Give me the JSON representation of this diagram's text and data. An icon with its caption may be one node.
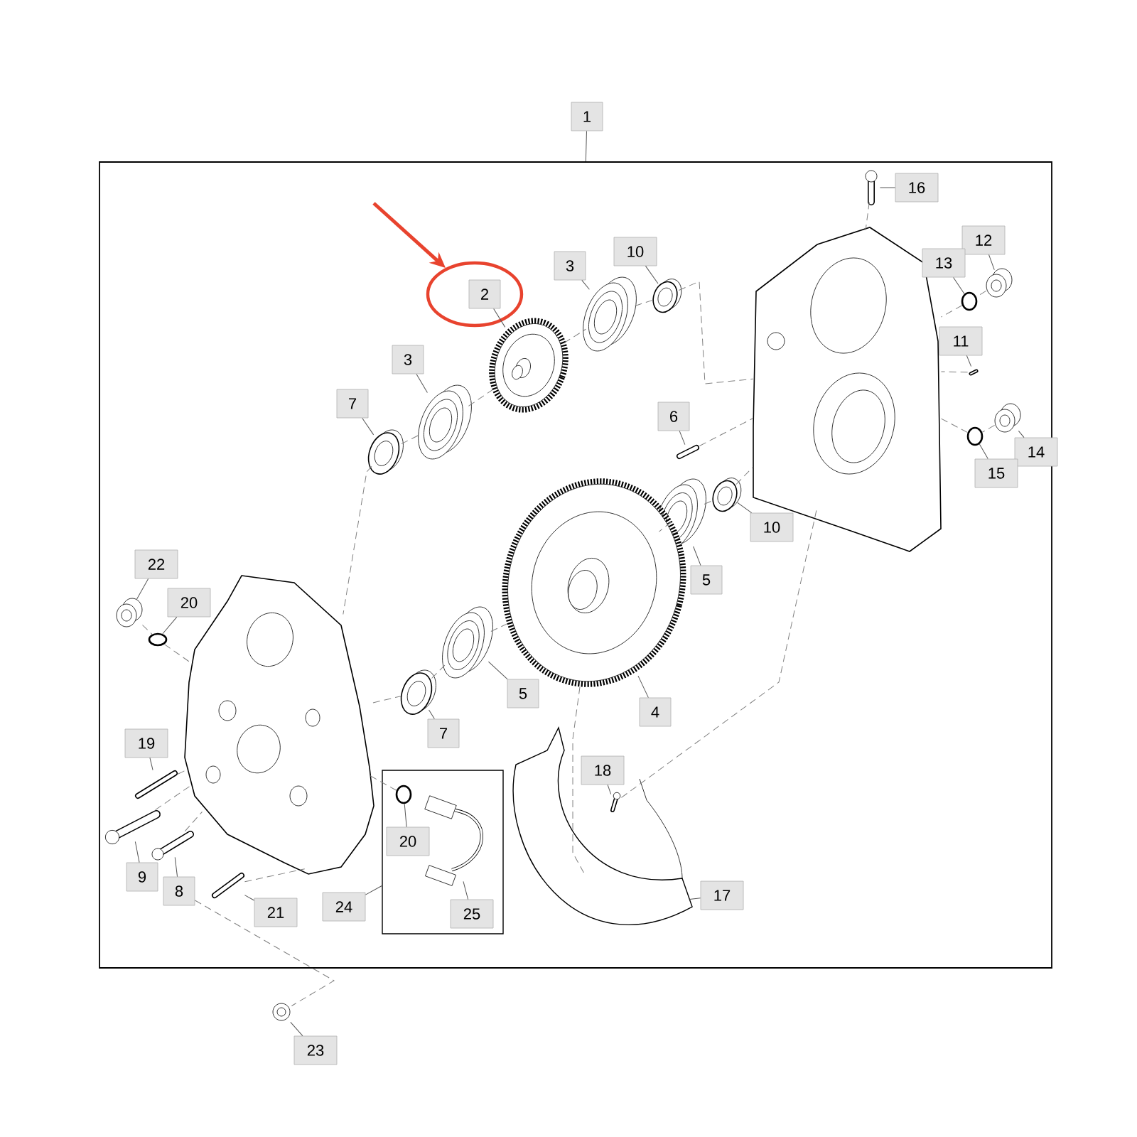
{
  "diagram": {
    "nodes": [
      {
        "text": [
          "1"
        ]
      },
      {
        "text": [],
        "shape": "box"
      },
      {
        "text": [],
        "shape": "circle",
        "in": 1
      },
      {
        "text": [
          "2"
        ],
        "in": 2
      },
      {
        "text": [],
        "shape": "picture",
        "in": 1
      },
      {
        "text": [
          "3"
        ],
        "in": 1
      },
      {
        "text": [],
        "shape": "picture",
        "in": 1
      },
      {
        "text": [
          "10"
        ],
        "in": 1
      },
      {
        "text": [],
        "shape": "picture",
        "in": 1
      },
      {
        "text": [
          "3"
        ],
        "in": 1
      },
      {
        "text": [],
        "shape": "picture",
        "in": 1
      },
      {
        "text": [
          "7"
        ],
        "in": 1
      },
      {
        "text": [],
        "shape": "picture",
        "in": 1
      },
      {
        "text": [
          "16"
        ],
        "in": 1
      },
      {
        "text": [],
        "shape": "picture",
        "in": 1
      },
      {
        "text": [
          "12"
        ],
        "in": 1
      },
      {
        "text": [],
        "shape": "picture",
        "in": 1
      },
      {
        "text": [
          "13"
        ],
        "in": 1
      },
      {
        "text": [],
        "shape": "circle",
        "in": 1
      },
      {
        "text": [
          "11"
        ],
        "in": 1
      },
      {
        "text": [],
        "shape": "picture",
        "in": 1
      },
      {
        "text": [
          "6"
        ],
        "in": 1
      },
      {
        "text": [],
        "shape": "picture",
        "in": 1
      },
      {
        "text": [
          "14"
        ],
        "in": 1
      },
      {
        "text": [],
        "shape": "picture",
        "in": 1
      },
      {
        "text": [
          "15"
        ],
        "in": 1
      },
      {
        "text": [],
        "shape": "circle",
        "in": 1
      },
      {
        "text": [
          "10"
        ],
        "in": 1
      },
      {
        "text": [],
        "shape": "picture",
        "in": 1
      },
      {
        "text": [
          "5"
        ],
        "in": 1
      },
      {
        "text": [],
        "shape": "picture",
        "in": 1
      },
      {
        "text": [
          "22"
        ],
        "in": 1
      },
      {
        "text": [],
        "shape": "picture",
        "in": 1
      },
      {
        "text": [
          "20"
        ],
        "in": 1
      },
      {
        "text": [],
        "shape": "circle",
        "in": 1
      },
      {
        "text": [
          "5"
        ],
        "in": 1
      },
      {
        "text": [],
        "shape": "picture",
        "in": 1
      },
      {
        "text": [
          "4"
        ],
        "in": 1
      },
      {
        "text": [],
        "shape": "picture",
        "in": 1
      },
      {
        "text": [
          "7"
        ],
        "in": 1
      },
      {
        "text": [],
        "shape": "picture",
        "in": 1
      },
      {
        "text": [
          "19"
        ],
        "in": 1
      },
      {
        "text": [],
        "shape": "picture",
        "in": 1
      },
      {
        "text": [
          "18"
        ],
        "in": 1
      },
      {
        "text": [],
        "shape": "picture",
        "in": 1
      },
      {
        "text": [],
        "shape": "box",
        "in": 1
      },
      {
        "text": [
          "20"
        ],
        "in": 45
      },
      {
        "text": [],
        "shape": "circle",
        "in": 45
      },
      {
        "text": [
          "25"
        ],
        "in": 45
      },
      {
        "text": [],
        "shape": "picture",
        "in": 45
      },
      {
        "text": [
          "9"
        ],
        "in": 1
      },
      {
        "text": [],
        "shape": "picture",
        "in": 1
      },
      {
        "text": [
          "8"
        ],
        "in": 1
      },
      {
        "text": [],
        "shape": "picture",
        "in": 1
      },
      {
        "text": [
          "21"
        ],
        "in": 1
      },
      {
        "text": [],
        "shape": "picture",
        "in": 1
      },
      {
        "text": [
          "24"
        ],
        "in": 1
      },
      {
        "text": [
          "17"
        ],
        "in": 1
      },
      {
        "text": [],
        "shape": "picture",
        "in": 1
      },
      {
        "text": [
          "23"
        ]
      },
      {
        "text": [],
        "shape": "picture"
      },
      {
        "text": [],
        "shape": "picture",
        "in": 1
      },
      {
        "text": [],
        "shape": "picture",
        "in": 1
      }
    ],
    "edges": [
      {
        "from": 0,
        "to": 1,
        "arrow": "none"
      },
      {
        "from": null,
        "to": 2,
        "arrow": "to",
        "style": "thick",
        "color": "#e8432e"
      },
      {
        "from": 3,
        "to": 4,
        "arrow": "none"
      },
      {
        "from": 5,
        "to": 6,
        "arrow": "none"
      },
      {
        "from": 7,
        "to": 8,
        "arrow": "none"
      },
      {
        "from": 9,
        "to": 10,
        "arrow": "none"
      },
      {
        "from": 11,
        "to": 12,
        "arrow": "none"
      },
      {
        "from": 13,
        "to": 14,
        "arrow": "none"
      },
      {
        "from": 15,
        "to": 16,
        "arrow": "none"
      },
      {
        "from": 17,
        "to": 18,
        "arrow": "none"
      },
      {
        "from": 19,
        "to": 20,
        "arrow": "none"
      },
      {
        "from": 21,
        "to": 22,
        "arrow": "none"
      },
      {
        "from": 23,
        "to": 24,
        "arrow": "none"
      },
      {
        "from": 25,
        "to": 26,
        "arrow": "none"
      },
      {
        "from": 27,
        "to": 28,
        "arrow": "none"
      },
      {
        "from": 29,
        "to": 30,
        "arrow": "none"
      },
      {
        "from": 31,
        "to": 32,
        "arrow": "none"
      },
      {
        "from": 33,
        "to": 34,
        "arrow": "none"
      },
      {
        "from": 35,
        "to": 36,
        "arrow": "none"
      },
      {
        "from": 37,
        "to": 38,
        "arrow": "none"
      },
      {
        "from": 39,
        "to": 40,
        "arrow": "none"
      },
      {
        "from": 41,
        "to": 42,
        "arrow": "none"
      },
      {
        "from": 43,
        "to": 44,
        "arrow": "none"
      },
      {
        "from": 46,
        "to": 47,
        "arrow": "none"
      },
      {
        "from": 48,
        "to": 49,
        "arrow": "none"
      },
      {
        "from": 50,
        "to": 51,
        "arrow": "none"
      },
      {
        "from": 52,
        "to": 53,
        "arrow": "none"
      },
      {
        "from": 54,
        "to": 55,
        "arrow": "none"
      },
      {
        "from": 56,
        "to": 45,
        "arrow": "none"
      },
      {
        "from": 57,
        "to": 58,
        "arrow": "none"
      },
      {
        "from": 59,
        "to": 60,
        "arrow": "none"
      },
      {
        "from": 12,
        "to": 10,
        "arrow": "none",
        "style": "dashed"
      },
      {
        "from": 10,
        "to": 4,
        "arrow": "none",
        "style": "dashed"
      },
      {
        "from": 4,
        "to": 6,
        "arrow": "none",
        "style": "dashed"
      },
      {
        "from": 6,
        "to": 8,
        "arrow": "none",
        "style": "dashed"
      },
      {
        "from": 8,
        "to": 61,
        "arrow": "none",
        "style": "dashed"
      },
      {
        "from": 12,
        "to": 62,
        "arrow": "none",
        "style": "dashed"
      },
      {
        "from": 22,
        "to": 61,
        "arrow": "none",
        "style": "dashed"
      },
      {
        "from": 62,
        "to": 40,
        "arrow": "none",
        "style": "dashed"
      },
      {
        "from": 40,
        "to": 36,
        "arrow": "none",
        "style": "dashed"
      },
      {
        "from": 36,
        "to": 38,
        "arrow": "none",
        "style": "dashed"
      },
      {
        "from": 38,
        "to": 30,
        "arrow": "none",
        "style": "dashed"
      },
      {
        "from": 30,
        "to": 28,
        "arrow": "none",
        "style": "dashed"
      },
      {
        "from": 28,
        "to": 61,
        "arrow": "none",
        "style": "dashed"
      },
      {
        "from": 38,
        "to": 58,
        "arrow": "none",
        "style": "dashed"
      },
      {
        "from": 44,
        "to": 61,
        "arrow": "none",
        "style": "dashed"
      },
      {
        "from": 16,
        "to": 18,
        "arrow": "none",
        "style": "dashed"
      },
      {
        "from": 18,
        "to": 61,
        "arrow": "none",
        "style": "dashed"
      },
      {
        "from": 20,
        "to": 61,
        "arrow": "none",
        "style": "dashed"
      },
      {
        "from": 24,
        "to": 26,
        "arrow": "none",
        "style": "dashed"
      },
      {
        "from": 26,
        "to": 61,
        "arrow": "none",
        "style": "dashed"
      },
      {
        "from": 32,
        "to": 34,
        "arrow": "none",
        "style": "dashed"
      },
      {
        "from": 34,
        "to": 62,
        "arrow": "none",
        "style": "dashed"
      },
      {
        "from": 42,
        "to": 62,
        "arrow": "none",
        "style": "dashed"
      },
      {
        "from": 51,
        "to": 62,
        "arrow": "none",
        "style": "dashed"
      },
      {
        "from": 53,
        "to": 62,
        "arrow": "none",
        "style": "dashed"
      },
      {
        "from": 55,
        "to": 62,
        "arrow": "none",
        "style": "dashed"
      },
      {
        "from": 47,
        "to": 62,
        "arrow": "none",
        "style": "dashed"
      },
      {
        "from": 52,
        "to": 60,
        "arrow": "none",
        "style": "dashed"
      },
      {
        "from": 14,
        "to": 61,
        "arrow": "none",
        "style": "dashed"
      }
    ]
  }
}
